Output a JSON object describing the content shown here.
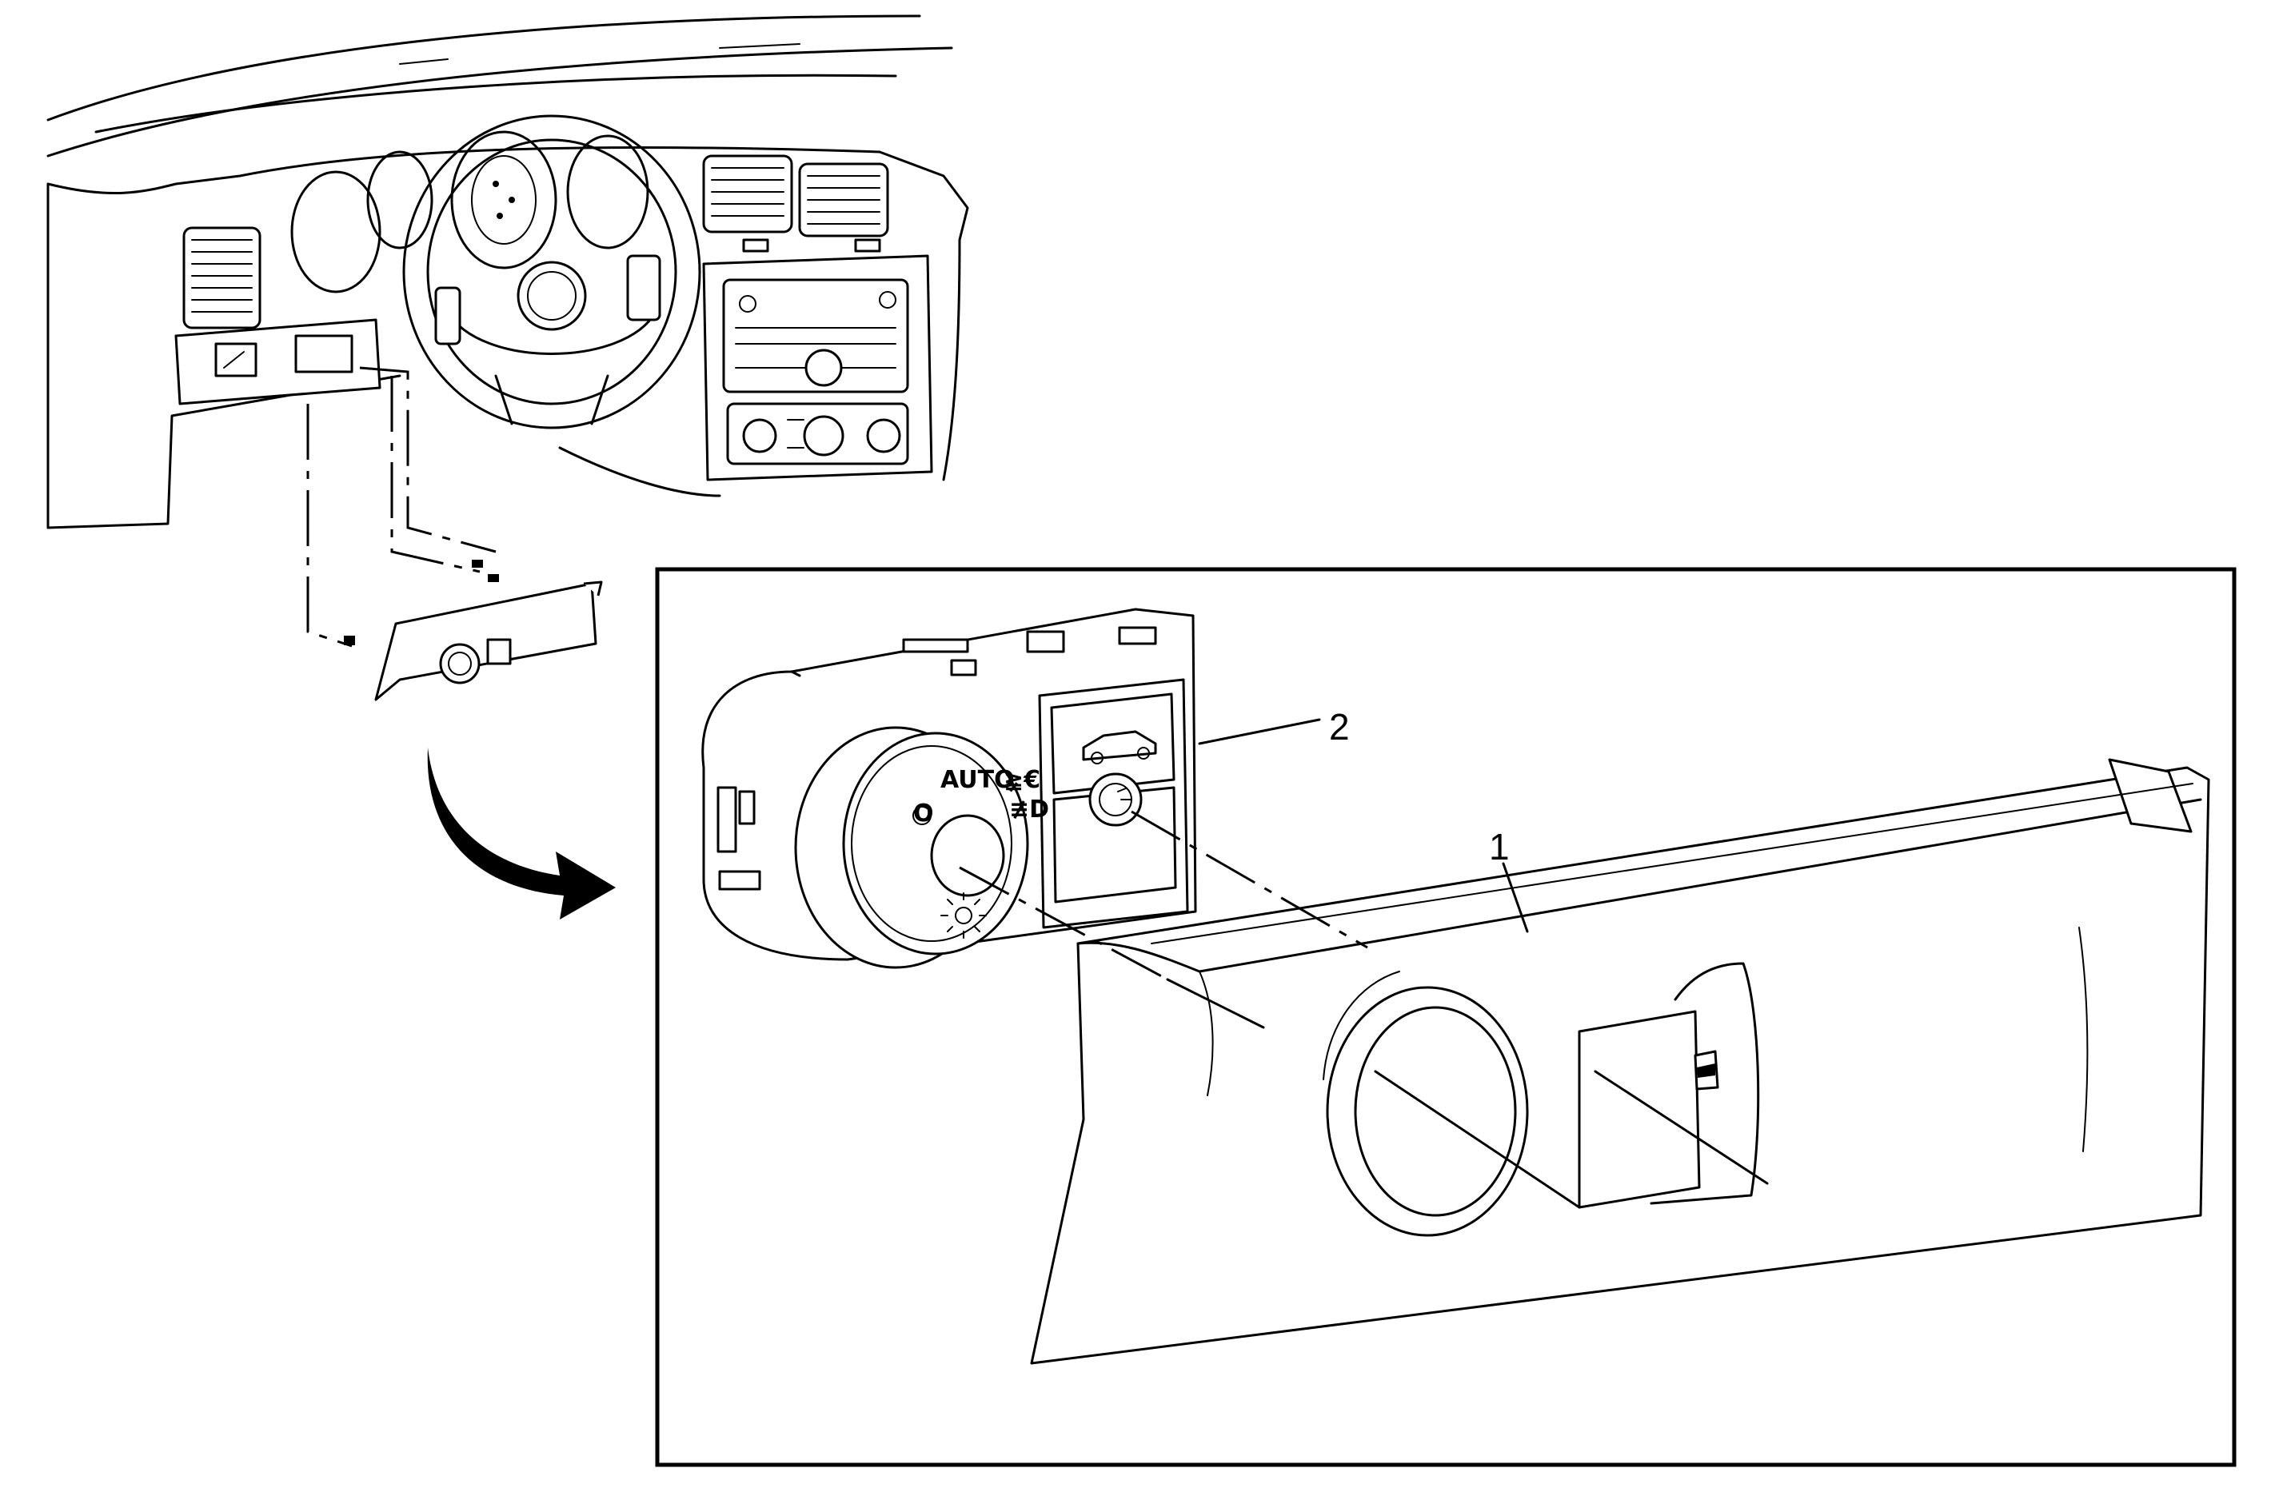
{
  "callouts": [
    {
      "id": "1",
      "label": "1",
      "part": "instrument-panel-trim-bezel"
    },
    {
      "id": "2",
      "label": "2",
      "part": "headlamp-switch-assembly"
    }
  ],
  "switch_markings": {
    "auto": "AUTO",
    "off": "O",
    "fog": "≢D",
    "parking": "≩€"
  },
  "icons": [
    "arrow-curved-icon",
    "trunk-release-icon",
    "dome-lamp-icon"
  ]
}
